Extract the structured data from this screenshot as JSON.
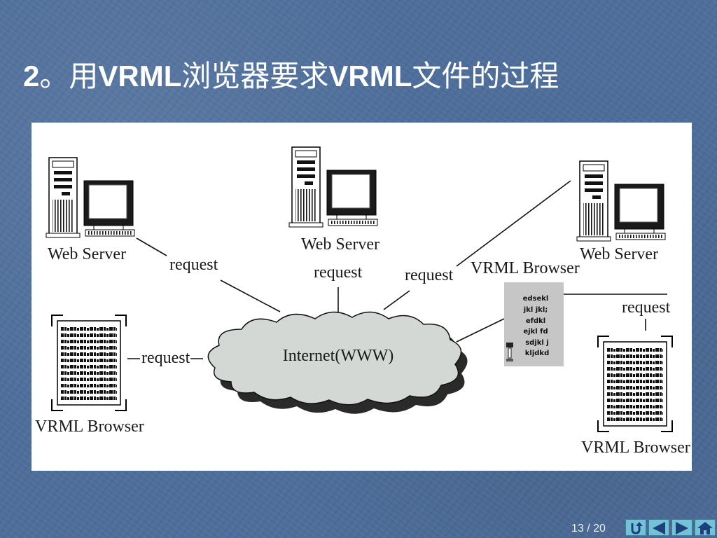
{
  "slide": {
    "title_segments": [
      "2",
      "。用",
      "VRML",
      "浏览器要求",
      "VRML",
      "文件的过程"
    ],
    "page_number": "13 / 20"
  },
  "diagram": {
    "web_servers": [
      "Web Server",
      "Web Server",
      "Web Server"
    ],
    "requests": [
      "request",
      "request",
      "request",
      "request",
      "request"
    ],
    "vrml_browsers": [
      "VRML Browser",
      "VRML Browser",
      "VRML Browser"
    ],
    "internet_label": "Internet(WWW)",
    "file_lines": [
      "edsekl",
      "jkl jkl;",
      "efdkl",
      "ejkl fd",
      "sdjkl j",
      "kljdkd"
    ]
  },
  "navigation": {
    "buttons": [
      {
        "icon": "return-icon"
      },
      {
        "icon": "previous-icon"
      },
      {
        "icon": "next-icon"
      },
      {
        "icon": "home-icon"
      }
    ]
  },
  "colors": {
    "background": "#4e6f9c",
    "panel": "#ffffff",
    "title": "#ffffff",
    "cloud": "#d3d8d5",
    "cloud_shadow": "#2a2a2a",
    "nav_button": "#74c2d8",
    "nav_icon": "#1f3f7a"
  }
}
